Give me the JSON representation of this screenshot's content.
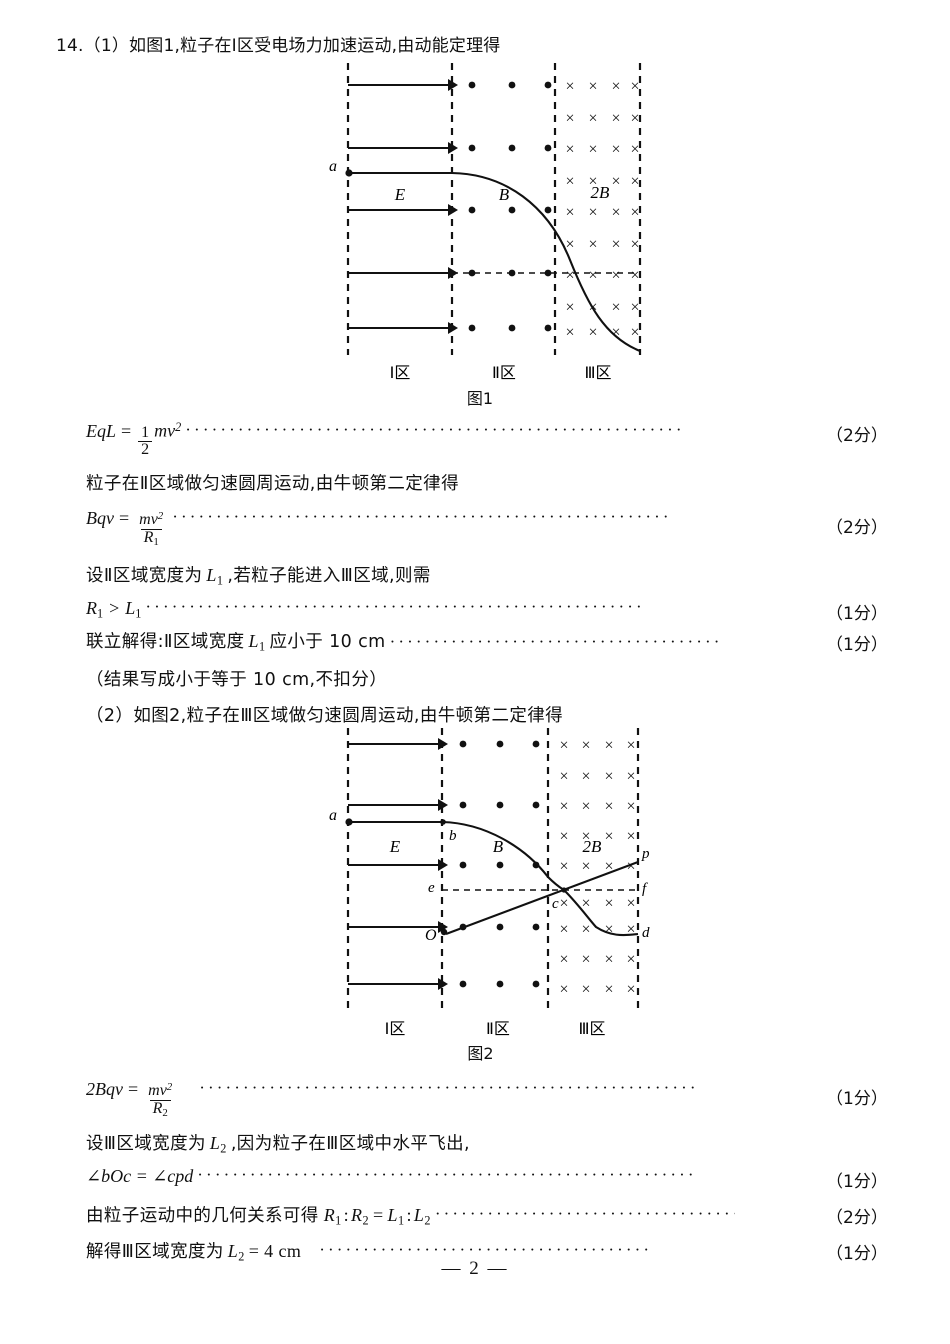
{
  "page": {
    "footer": "— 2 —",
    "question_heading": "14.（1）如图1,粒子在Ⅰ区受电场力加速运动,由动能定理得"
  },
  "figure1": {
    "caption": "图1",
    "field_labels": {
      "region1": "E",
      "region2": "B",
      "region3": "2B"
    },
    "point_labels": {
      "a": "a"
    },
    "region_labels": {
      "r1": "Ⅰ区",
      "r2": "Ⅱ区",
      "r3": "Ⅲ区"
    },
    "symbols": {
      "into_page": "×",
      "out_of_page": "•"
    }
  },
  "figure2": {
    "caption": "图2",
    "field_labels": {
      "region1": "E",
      "region2": "B",
      "region3": "2B"
    },
    "point_labels": {
      "a": "a",
      "b": "b",
      "c": "c",
      "d": "d",
      "e": "e",
      "f": "f",
      "O": "O",
      "p": "p"
    },
    "region_labels": {
      "r1": "Ⅰ区",
      "r2": "Ⅱ区",
      "r3": "Ⅲ区"
    },
    "symbols": {
      "into_page": "×",
      "out_of_page": "•"
    }
  },
  "solution": {
    "lines": [
      {
        "id": "eq1",
        "kind": "equation",
        "text": "EqL = 1/2 mv²",
        "score": "（2分）"
      },
      {
        "id": "txt1",
        "kind": "text",
        "text": "粒子在Ⅱ区域做匀速圆周运动,由牛顿第二定律得",
        "score": ""
      },
      {
        "id": "eq2",
        "kind": "equation",
        "text": "Bqv = mv²/R₁",
        "score": "（2分）"
      },
      {
        "id": "txt2",
        "kind": "text",
        "text": "设Ⅱ区域宽度为 L₁ ,若粒子能进入Ⅲ区域,则需",
        "score": ""
      },
      {
        "id": "eq3",
        "kind": "equation",
        "text": "R₁ > L₁",
        "score": "（1分）"
      },
      {
        "id": "txt3",
        "kind": "text",
        "text": "联立解得:Ⅱ区域宽度 L₁ 应小于 10 cm",
        "score": "（1分）"
      },
      {
        "id": "txt4",
        "kind": "text",
        "text": "（结果写成小于等于 10 cm,不扣分）",
        "score": ""
      },
      {
        "id": "txt5",
        "kind": "text",
        "text": "（2）如图2,粒子在Ⅲ区域做匀速圆周运动,由牛顿第二定律得",
        "score": ""
      },
      {
        "id": "eq4",
        "kind": "equation",
        "text": "2Bqv = mv²/R₂",
        "score": "（1分）"
      },
      {
        "id": "txt6",
        "kind": "text",
        "text": "设Ⅲ区域宽度为 L₂ ,因为粒子在Ⅲ区域中水平飞出,",
        "score": ""
      },
      {
        "id": "eq5",
        "kind": "equation",
        "text": "∠bOc = ∠cpd",
        "score": "（1分）"
      },
      {
        "id": "txt7",
        "kind": "text",
        "text": "由粒子运动中的几何关系可得 R₁ : R₂ = L₁ : L₂",
        "score": "（2分）"
      },
      {
        "id": "txt8",
        "kind": "text",
        "text": "解得Ⅲ区域宽度为 L₂ = 4 cm",
        "score": "（1分）"
      }
    ],
    "fragments": {
      "eq1_lhs": "EqL",
      "eq1_eq": "=",
      "eq1_num": "1",
      "eq1_den": "2",
      "eq1_rhs": "mv",
      "eq1_pow": "2",
      "eq2_lhs": "Bqv",
      "eq2_eq": "=",
      "eq2_num": "mv",
      "eq2_num_pow": "2",
      "eq2_den": "R",
      "eq2_den_sub": "1",
      "eq3": "R",
      "eq3_sub": "1",
      "eq3_rel": ">",
      "eq3_b": "L",
      "eq3_b_sub": "1",
      "eq4_lhs": "2Bqv",
      "eq4_eq": "=",
      "eq4_num": "mv",
      "eq4_num_pow": "2",
      "eq4_den": "R",
      "eq4_den_sub": "2",
      "eq5": "∠bOc = ∠cpd",
      "txt2_a": "设Ⅱ区域宽度为",
      "txt2_L": "L",
      "txt2_sub": "1",
      "txt2_b": ",若粒子能进入Ⅲ区域,则需",
      "txt3_a": "联立解得:Ⅱ区域宽度",
      "txt3_L": "L",
      "txt3_sub": "1",
      "txt3_b": "应小于 10 cm",
      "txt6_a": "设Ⅲ区域宽度为",
      "txt6_L": "L",
      "txt6_sub": "2",
      "txt6_b": ",因为粒子在Ⅲ区域中水平飞出,",
      "txt7_a": "由粒子运动中的几何关系可得",
      "txt7_R1": "R",
      "txt7_R1s": "1",
      "txt7_colon": ":",
      "txt7_R2": "R",
      "txt7_R2s": "2",
      "txt7_eq": "=",
      "txt7_L1": "L",
      "txt7_L1s": "1",
      "txt7_colon2": ":",
      "txt7_L2": "L",
      "txt7_L2s": "2",
      "txt8_a": "解得Ⅲ区域宽度为",
      "txt8_L": "L",
      "txt8_sub": "2",
      "txt8_b": "= 4 cm",
      "txt1": "粒子在Ⅱ区域做匀速圆周运动,由牛顿第二定律得",
      "txt4": "（结果写成小于等于 10 cm,不扣分）",
      "txt5": "（2）如图2,粒子在Ⅲ区域做匀速圆周运动,由牛顿第二定律得",
      "dots": "·························································",
      "dots_short": "·····························································",
      "dots_xshort": "······································"
    },
    "scores": {
      "s1": "（2分）",
      "s2": "（2分）",
      "s3": "（1分）",
      "s4": "（1分）",
      "s5": "（1分）",
      "s6": "（1分）",
      "s7": "（2分）",
      "s8": "（1分）"
    }
  }
}
